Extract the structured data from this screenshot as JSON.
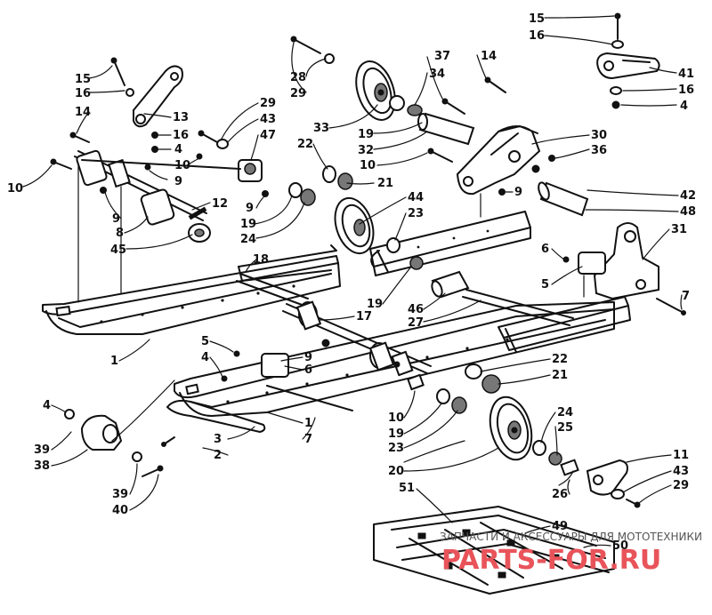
{
  "labels": {
    "l15a": "15",
    "l16a": "16",
    "l13": "13",
    "l16b": "16",
    "l4a": "4",
    "l14a": "14",
    "l10a": "10",
    "l9a": "9",
    "l10b": "10",
    "l9b": "9",
    "l8": "8",
    "l12": "12",
    "l45": "45",
    "l29a": "29",
    "l43a": "43",
    "l47": "47",
    "l9c": "9",
    "l19a": "19",
    "l24a": "24",
    "l28": "28",
    "l29b": "29",
    "l33": "33",
    "l37": "37",
    "l34": "34",
    "l14b": "14",
    "l19b": "19",
    "l32": "32",
    "l22a": "22",
    "l21a": "21",
    "l10c": "10",
    "l9d": "9",
    "l44": "44",
    "l23a": "23",
    "l15b": "15",
    "l16c": "16",
    "l41": "41",
    "l16d": "16",
    "l4b": "4",
    "l30": "30",
    "l36": "36",
    "l42": "42",
    "l48": "48",
    "l31": "31",
    "l6a": "6",
    "l5a": "5",
    "l18": "18",
    "l19c": "19",
    "l46": "46",
    "l27": "27",
    "l17": "17",
    "l7a": "7",
    "l1a": "1",
    "l5b": "5",
    "l4c": "4",
    "l6b": "6",
    "l9e": "9",
    "l22b": "22",
    "l21b": "21",
    "l10d": "10",
    "l19d": "19",
    "l23b": "23",
    "l24b": "24",
    "l25": "25",
    "l20": "20",
    "l1b": "1",
    "l7b": "7",
    "l3": "3",
    "l2": "2",
    "l4d": "4",
    "l39a": "39",
    "l38": "38",
    "l39b": "39",
    "l40": "40",
    "l11": "11",
    "l43b": "43",
    "l29c": "29",
    "l26": "26",
    "l51": "51",
    "l49": "49",
    "l50": "50"
  },
  "watermark": {
    "caption": "ЗАПЧАСТИ И АКСЕССУАРЫ ДЛЯ МОТОТЕХНИКИ",
    "logo": "PARTS-FOR.RU"
  }
}
